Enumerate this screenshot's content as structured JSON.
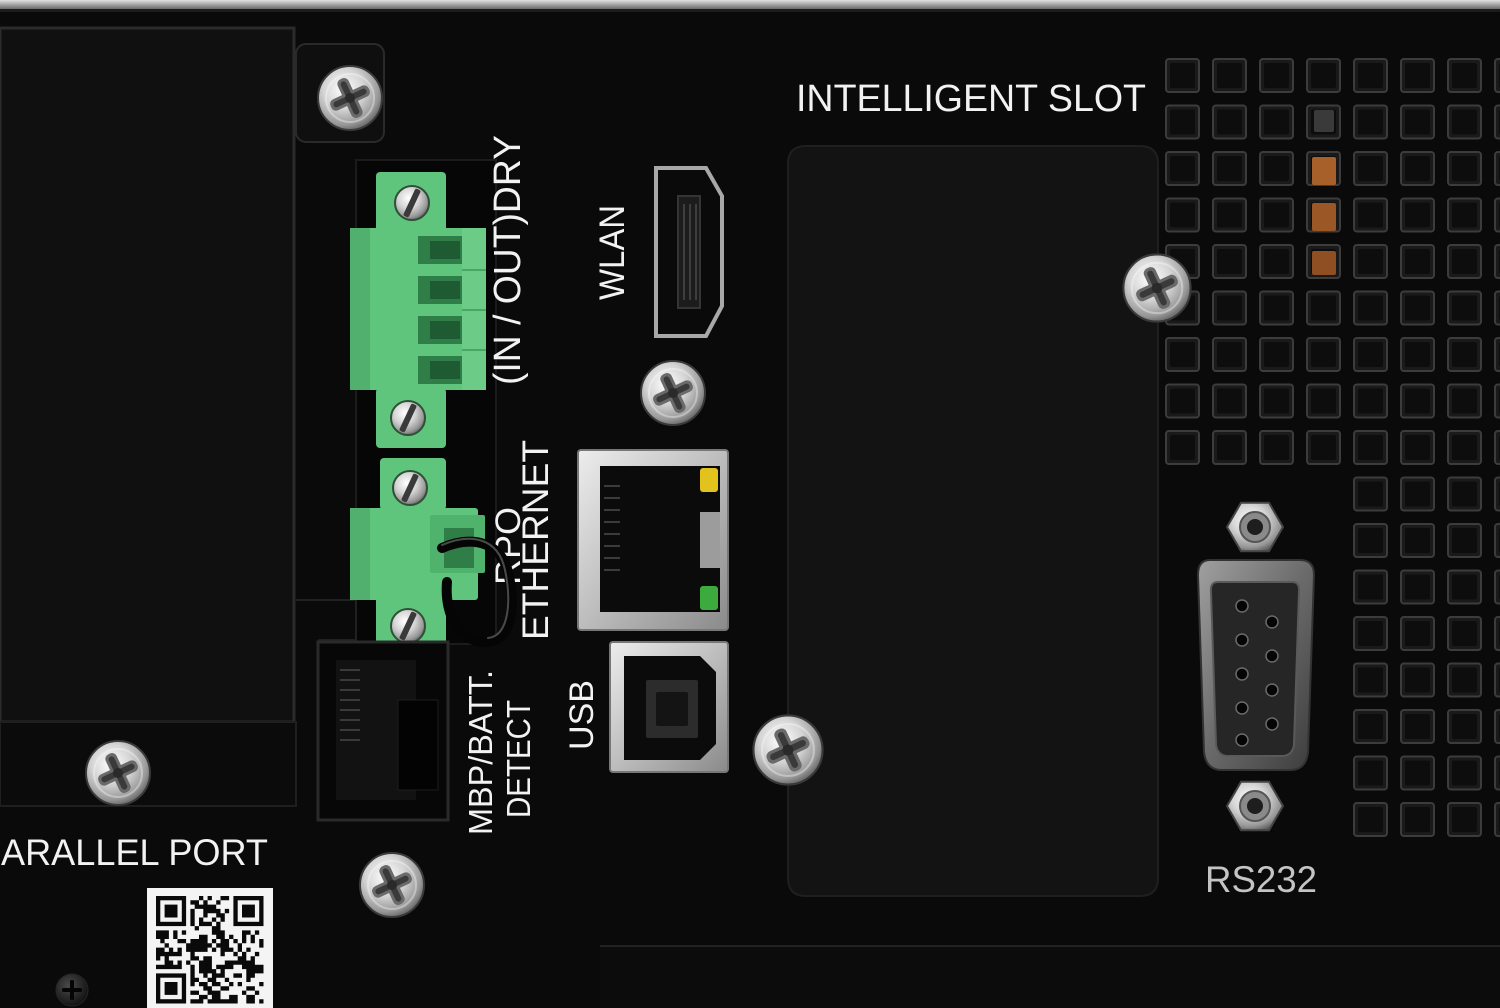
{
  "labels": {
    "intelligent_slot": "INTELLIGENT SLOT",
    "dry_contact": "(IN / OUT)DRY",
    "wlan": "WLAN",
    "rpo": "RPO",
    "ethernet": "ETHERNET",
    "usb": "USB",
    "mbp_batt": "MBP/BATT.",
    "detect": "DETECT",
    "parallel_port": "ARALLEL PORT",
    "rs232": "RS232"
  },
  "icons": {
    "screw": "screw-icon",
    "terminal_screw": "terminal-screw-icon",
    "standoff": "hex-standoff-icon",
    "qr": "qr-code-icon"
  },
  "colors": {
    "panel": "#0a0a0a",
    "slot_cover": "#131313",
    "terminal_green": "#5fc47c",
    "label": "#f2f2f2",
    "rs232_label": "#c4c4c4",
    "led_yellow": "#e2c21c",
    "led_green": "#3daa3d"
  }
}
